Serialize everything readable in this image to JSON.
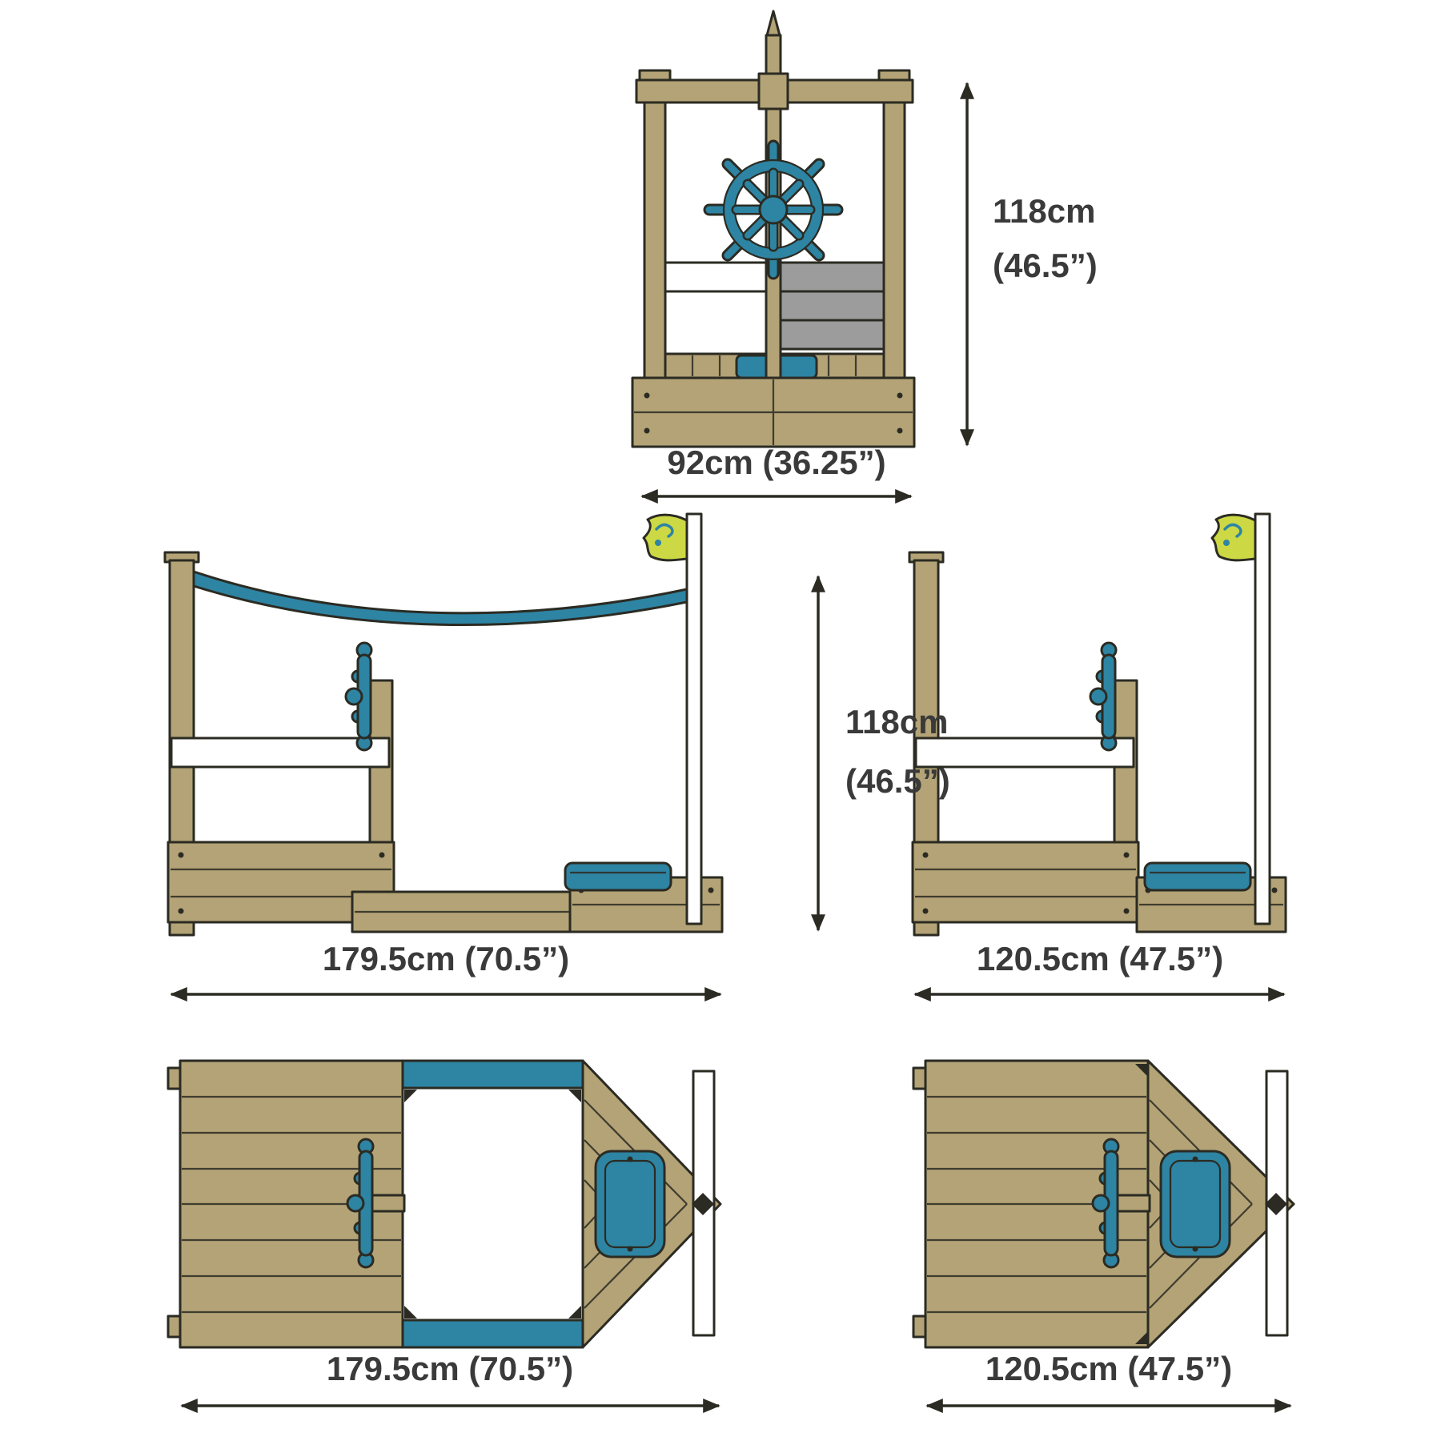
{
  "colors": {
    "wood": "#b3a376",
    "teal": "#2e84a3",
    "flag_yellow": "#ccd944",
    "panel_gray": "#9c9c9c",
    "white_part": "#ffffff",
    "outline": "#2b2b23",
    "dim_text": "#3a3a3a",
    "background": "#ffffff"
  },
  "dimensions": {
    "front_height_line1": "118cm",
    "front_height_line2": "(46.5”)",
    "front_width": "92cm (36.25”)",
    "side_full_length": "179.5cm (70.5”)",
    "overall_height_line1": "118cm",
    "overall_height_line2": "(46.5”)",
    "side_compact_length": "120.5cm (47.5”)",
    "plan_full_length": "179.5cm (70.5”)",
    "plan_compact_length": "120.5cm (47.5”)"
  }
}
